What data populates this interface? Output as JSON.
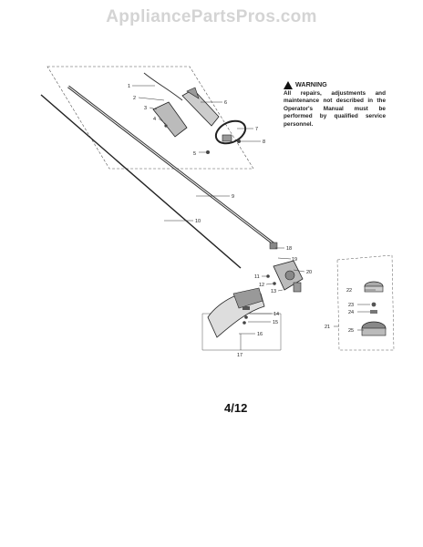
{
  "watermark": "AppliancePartsPros.com",
  "warning": {
    "title": "WARNING",
    "text": "All repairs, adjustments and maintenance not described in the Operator's Manual must be performed by qualified service personnel."
  },
  "page_number": "4/12",
  "callouts": [
    "1",
    "2",
    "3",
    "4",
    "5",
    "6",
    "7",
    "8",
    "9",
    "10",
    "11",
    "12",
    "13",
    "14",
    "15",
    "16",
    "17",
    "18",
    "19",
    "20",
    "21",
    "22",
    "23",
    "24",
    "25"
  ]
}
